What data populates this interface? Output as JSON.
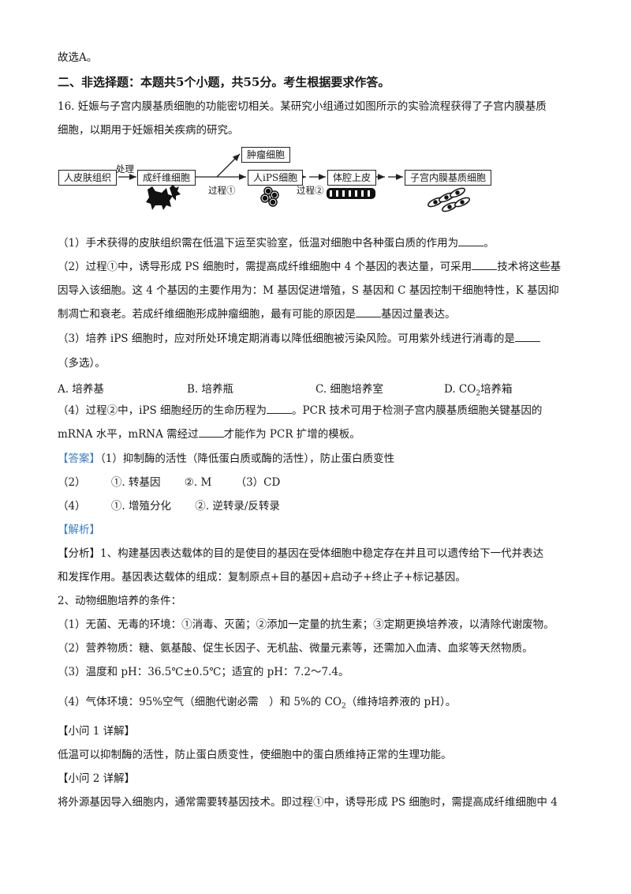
{
  "previous": {
    "conclusion": "故选A。"
  },
  "section": {
    "heading": "二、非选择题：本题共5个小题，共55分。考生根据要求作答。"
  },
  "question": {
    "number": "16.",
    "stem_line1": "妊娠与子宫内膜基质细胞的功能密切相关。某研究小组通过如图所示的实验流程获得了子宫内膜基质",
    "stem_line2": "细胞，以期用于妊娠相关疾病的研究。",
    "diagram": {
      "nodes": {
        "skin": "人皮肤组织",
        "fibroblast": "成纤维细胞",
        "tumor": "肿瘤细胞",
        "ips": "人iPS细胞",
        "epithelium": "体腔上皮",
        "stromal": "子宫内膜基质细胞"
      },
      "edges": {
        "treat": "处理",
        "process1": "过程①",
        "process2": "过程②"
      }
    },
    "parts": {
      "p1": {
        "text": "（1）手术获得的皮肤组织需在低温下运至实验室，低温对细胞中各种蛋白质的作用为",
        "end": "。"
      },
      "p2_line1_a": "（2）过程①中，诱导形成 PS 细胞时，需提高成纤维细胞中 4 个基因的表达量，可采用",
      "p2_line1_b": "技术将这些基",
      "p2_line2": "因导入该细胞。这 4 个基因的主要作用为：M 基因促进增殖，S 基因和 C 基因控制干细胞特性，K 基因抑",
      "p2_line3_a": "制凋亡和衰老。若成纤维细胞形成肿瘤细胞，最有可能的原因是",
      "p2_line3_b": "基因过量表达。",
      "p3_line1": "（3）培养 iPS 细胞时，应对所处环境定期消毒以降低细胞被污染风险。可用紫外线进行消毒的是",
      "p3_line2": "（多选）。",
      "options": {
        "A": "A. 培养基",
        "B": "B. 培养瓶",
        "C": "C. 细胞培养室",
        "D_prefix": "D. CO",
        "D_sub": "2",
        "D_suffix": "培养箱"
      },
      "p4_line1_a": "（4）过程②中，iPS 细胞经历的生命历程为",
      "p4_line1_b": "。PCR 技术可用于检测子宫内膜基质细胞关键基因的",
      "p4_line2_a": "mRNA 水平，mRNA 需经过",
      "p4_line2_b": "才能作为 PCR 扩增的模板。"
    }
  },
  "answer": {
    "label": "【答案】",
    "line1": "（1）抑制酶的活性（降低蛋白质或酶的活性），防止蛋白质变性",
    "line2": {
      "part": "（2）",
      "a": "①. 转基因",
      "b": "②. M",
      "c": "（3）CD"
    },
    "line3": {
      "part": "（4）",
      "a": "①. 增殖分化",
      "b": "②. 逆转录/反转录"
    }
  },
  "analysis": {
    "label": "【解析】",
    "line1": "【分析】1、构建基因表达载体的目的是使目的基因在受体细胞中稳定存在并且可以遗传给下一代并表达",
    "line2": "和发挥作用。基因表达载体的组成：复制原点+目的基因+启动子+终止子+标记基因。",
    "line3": "2、动物细胞培养的条件：",
    "line4": "（1）无菌、无毒的环境：①消毒、灭菌；②添加一定量的抗生素；③定期更换培养液，以清除代谢废物。",
    "line5": "（2）营养物质：糖、氨基酸、促生长因子、无机盐、微量元素等，还需加入血清、血浆等天然物质。",
    "line6": "（3）温度和 pH：36.5℃±0.5℃；适宜的 pH：7.2～7.4。",
    "line7_a": "（4）气体环境：95%空气（细胞代谢必需　）和 5%的 CO",
    "line7_sub": "2",
    "line7_b": "（维持培养液的 pH）。",
    "sub1_label": "【小问 1 详解】",
    "sub1_text": "低温可以抑制酶的活性，防止蛋白质变性，使细胞中的蛋白质维持正常的生理功能。",
    "sub2_label": "【小问 2 详解】",
    "sub2_text": "将外源基因导入细胞内，通常需要转基因技术。即过程①中，诱导形成 PS 细胞时，需提高成纤维细胞中 4"
  },
  "colors": {
    "accent_blue": "#3b7fc4",
    "text": "#1a1a1a"
  }
}
